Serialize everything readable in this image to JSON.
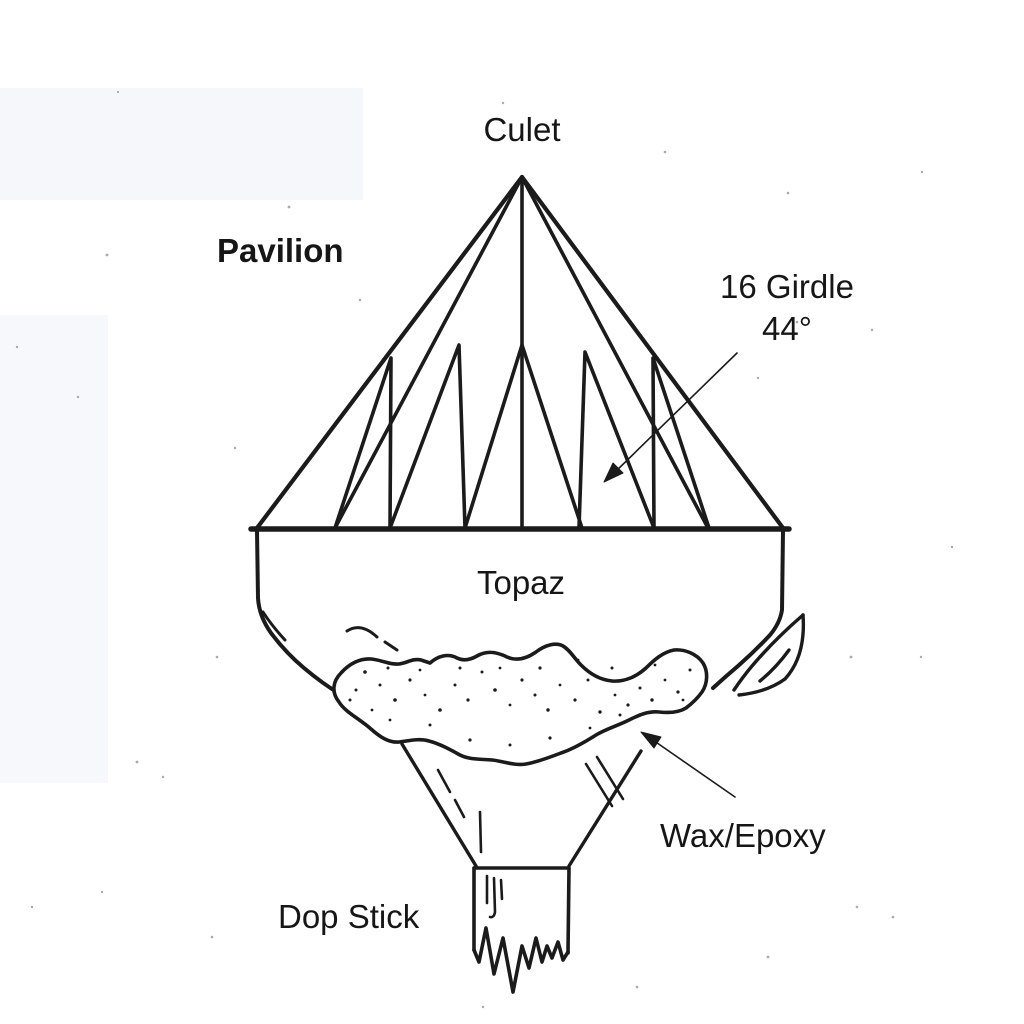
{
  "diagram": {
    "labels": {
      "culet": "Culet",
      "pavilion": "Pavilion",
      "girdle_line1": "16 Girdle",
      "girdle_line2": "44°",
      "stone": "Topaz",
      "wax": "Wax/Epoxy",
      "dop_stick": "Dop Stick"
    },
    "colors": {
      "ink": "#1b1b1b",
      "background": "#ffffff",
      "panel": "#f5f7fa"
    },
    "annotations": {
      "girdle_arrow": "arrow pointing to girdle facets",
      "wax_arrow": "arrow pointing to wax/epoxy blob"
    }
  }
}
